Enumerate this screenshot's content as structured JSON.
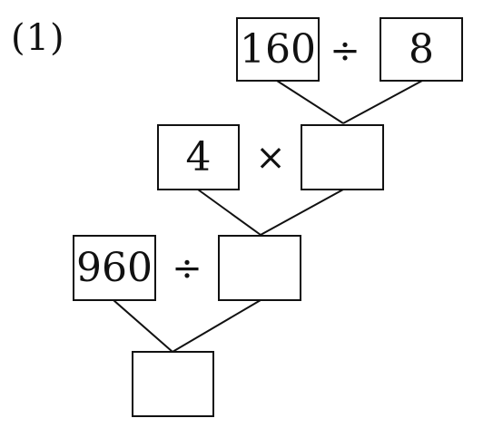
{
  "problem_label": "(1)",
  "row1": {
    "left_value": "160",
    "operator": "÷",
    "right_value": "8"
  },
  "row2": {
    "left_value": "4",
    "operator": "×",
    "right_value": ""
  },
  "row3": {
    "left_value": "960",
    "operator": "÷",
    "right_value": ""
  },
  "result": {
    "value": ""
  }
}
